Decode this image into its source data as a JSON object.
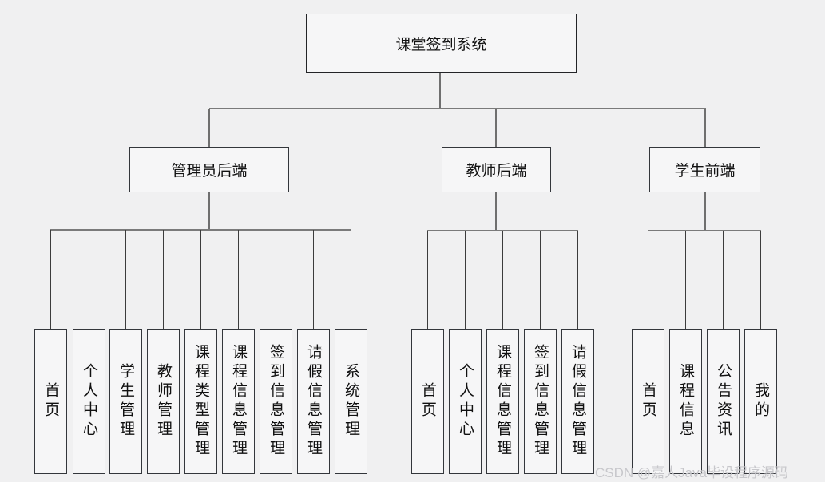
{
  "diagram": {
    "root_label": "课堂签到系统",
    "branches": [
      {
        "label": "管理员后端",
        "children": [
          "首页",
          "个人中心",
          "学生管理",
          "教师管理",
          "课程类型管理",
          "课程信息管理",
          "签到信息管理",
          "请假信息管理",
          "系统管理"
        ]
      },
      {
        "label": "教师后端",
        "children": [
          "首页",
          "个人中心",
          "课程信息管理",
          "签到信息管理",
          "请假信息管理"
        ]
      },
      {
        "label": "学生前端",
        "children": [
          "首页",
          "课程信息",
          "公告资讯",
          "我的"
        ]
      }
    ]
  },
  "watermark": {
    "text": "CSDN @嘉人Java毕设程序源码"
  },
  "colors": {
    "background": "#f0f0f1",
    "box_fill": "#f6f6f7",
    "box_border": "#33363b",
    "connector": "#6f6f6f",
    "text": "#111111",
    "watermark": "#c7c7cb"
  }
}
